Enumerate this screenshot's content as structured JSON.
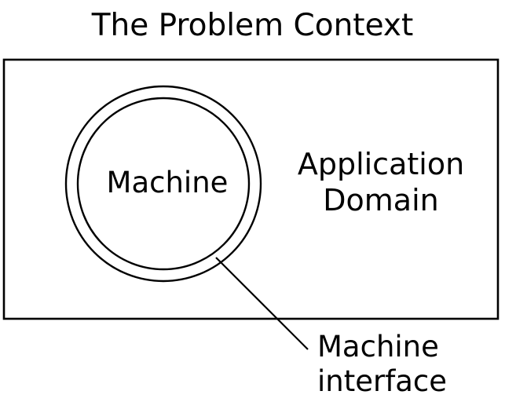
{
  "diagram": {
    "title": "The Problem Context",
    "context_box": {
      "machine_label": "Machine",
      "application_domain_label": {
        "line1": "Application",
        "line2": "Domain"
      }
    },
    "machine_interface_label": {
      "line1": "Machine",
      "line2": "interface"
    }
  },
  "colors": {
    "stroke": "#000000",
    "text": "#000000",
    "background": "#ffffff"
  }
}
